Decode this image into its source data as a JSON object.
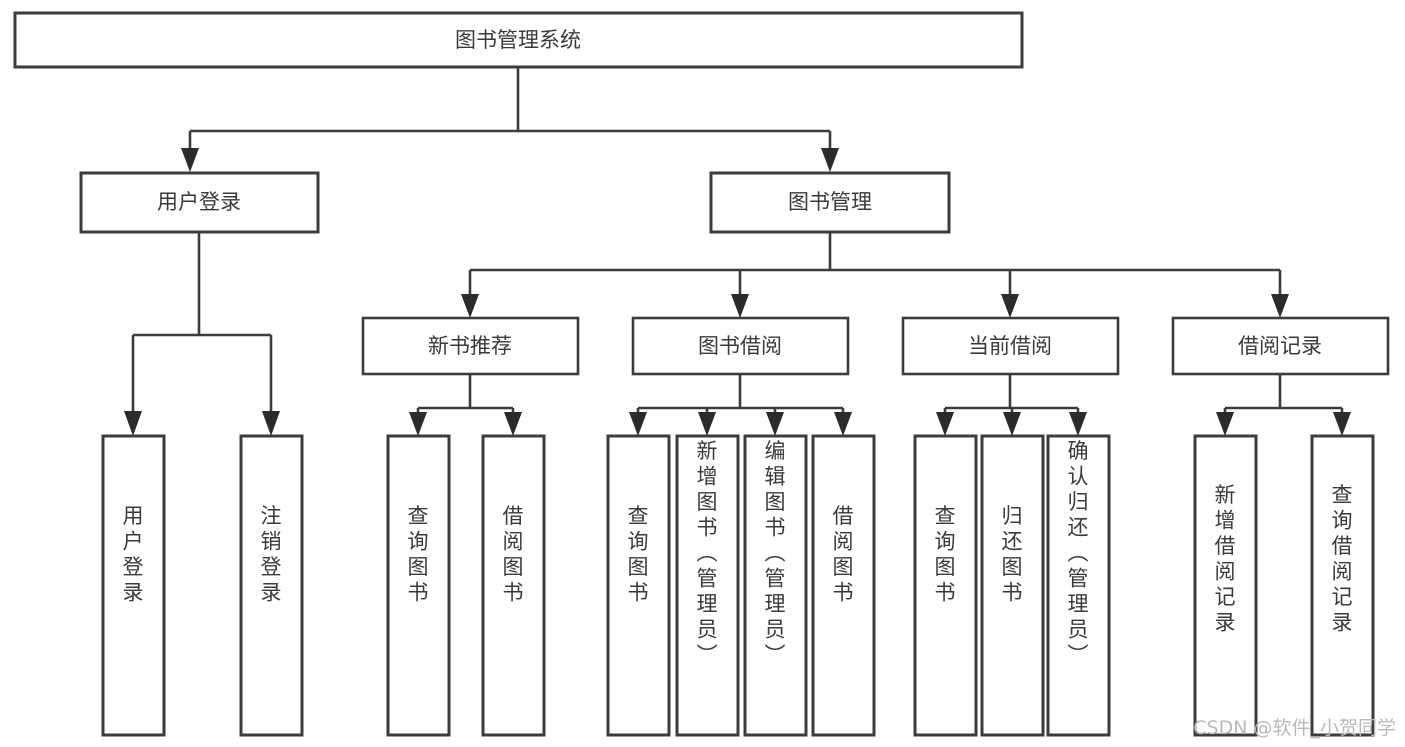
{
  "diagram": {
    "type": "tree-hierarchy",
    "title": "图书管理系统",
    "orientation": "top-down",
    "colors": {
      "box_stroke": "#3c3c3c",
      "box_fill": "#ffffff",
      "connector": "#3c3c3c",
      "arrow": "#2b2b2b",
      "label_text": "#3a3a3a",
      "watermark": "#b9b9b9",
      "background": "#ffffff"
    },
    "root": {
      "label": "图书管理系统"
    },
    "level1": [
      {
        "label": "用户登录"
      },
      {
        "label": "图书管理"
      }
    ],
    "level2": [
      {
        "label": "新书推荐"
      },
      {
        "label": "图书借阅"
      },
      {
        "label": "当前借阅"
      },
      {
        "label": "借阅记录"
      }
    ],
    "leaves": {
      "user_login": [
        {
          "label": "用户登录"
        },
        {
          "label": "注销登录"
        }
      ],
      "new_book_recommend": [
        {
          "label": "查询图书"
        },
        {
          "label": "借阅图书"
        }
      ],
      "book_borrow": [
        {
          "label": "查询图书"
        },
        {
          "label": "新增图书（管理员）"
        },
        {
          "label": "编辑图书（管理员）"
        },
        {
          "label": "借阅图书"
        }
      ],
      "current_borrow": [
        {
          "label": "查询图书"
        },
        {
          "label": "归还图书"
        },
        {
          "label": "确认归还（管理员）"
        }
      ],
      "borrow_record": [
        {
          "label": "新增借阅记录"
        },
        {
          "label": "查询借阅记录"
        }
      ]
    },
    "watermark": "CSDN @软件_小贺同学"
  }
}
